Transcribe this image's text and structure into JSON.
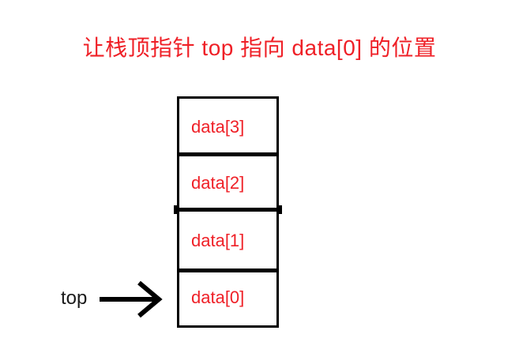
{
  "page": {
    "background_color": "#ffffff",
    "accent_color": "#ef2027",
    "line_color": "#000000"
  },
  "title": {
    "text": "让栈顶指针 top 指向 data[0] 的位置",
    "color": "#ef2027"
  },
  "diagram": {
    "type": "stack",
    "pointer": {
      "label": "top",
      "points_to": "data[0]",
      "color": "#000000",
      "icon": "right-arrow-icon"
    },
    "cells": [
      {
        "label": "data[3]",
        "index": 3
      },
      {
        "label": "data[2]",
        "index": 2
      },
      {
        "label": "data[1]",
        "index": 1
      },
      {
        "label": "data[0]",
        "index": 0
      }
    ]
  }
}
